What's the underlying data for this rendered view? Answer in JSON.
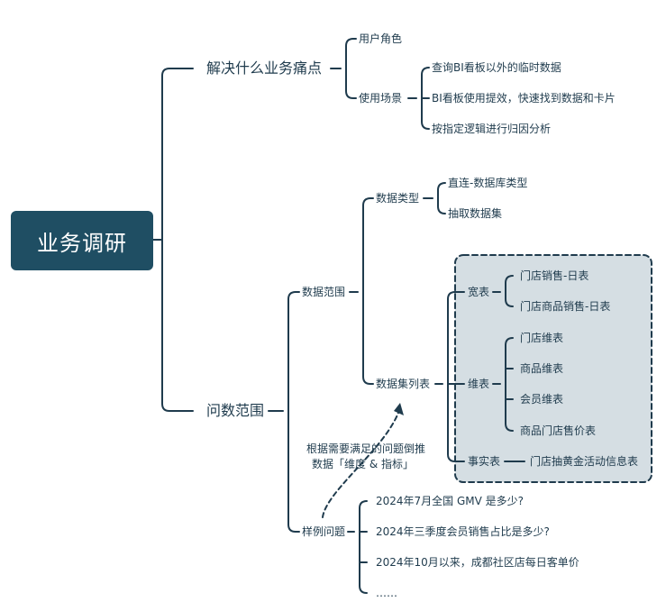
{
  "root": {
    "label": "业务调研"
  },
  "branches": {
    "pain": {
      "label": "解决什么业务痛点",
      "role": "用户角色",
      "scenario": {
        "label": "使用场景",
        "items": [
          "查询BI看板以外的临时数据",
          "BI看板使用提效，快速找到数据和卡片",
          "按指定逻辑进行归因分析"
        ]
      }
    },
    "scope": {
      "label": "问数范围",
      "data_scope": {
        "label": "数据范围",
        "data_type": {
          "label": "数据类型",
          "items": [
            "直连-数据库类型",
            "抽取数据集"
          ]
        },
        "dataset_list": {
          "label": "数据集列表",
          "wide": {
            "label": "宽表",
            "items": [
              "门店销售-日表",
              "门店商品销售-日表"
            ]
          },
          "dim": {
            "label": "维表",
            "items": [
              "门店维表",
              "商品维表",
              "会员维表",
              "商品门店售价表"
            ]
          },
          "fact": {
            "label": "事实表",
            "items": [
              "门店抽黄金活动信息表"
            ]
          }
        }
      },
      "sample": {
        "label": "样例问题",
        "items": [
          "2024年7月全国 GMV 是多少?",
          "2024年三季度会员销售占比是多少?",
          "2024年10月以来，成都社区店每日客单价",
          "……"
        ]
      },
      "annotation": {
        "line1": "根据需要满足的问题倒推",
        "line2": "数据「维度 & 指标」"
      }
    }
  },
  "colors": {
    "line": "#1f3b4d",
    "root_bg": "#1f4e63",
    "highlight_bg": "#d5dee3"
  }
}
